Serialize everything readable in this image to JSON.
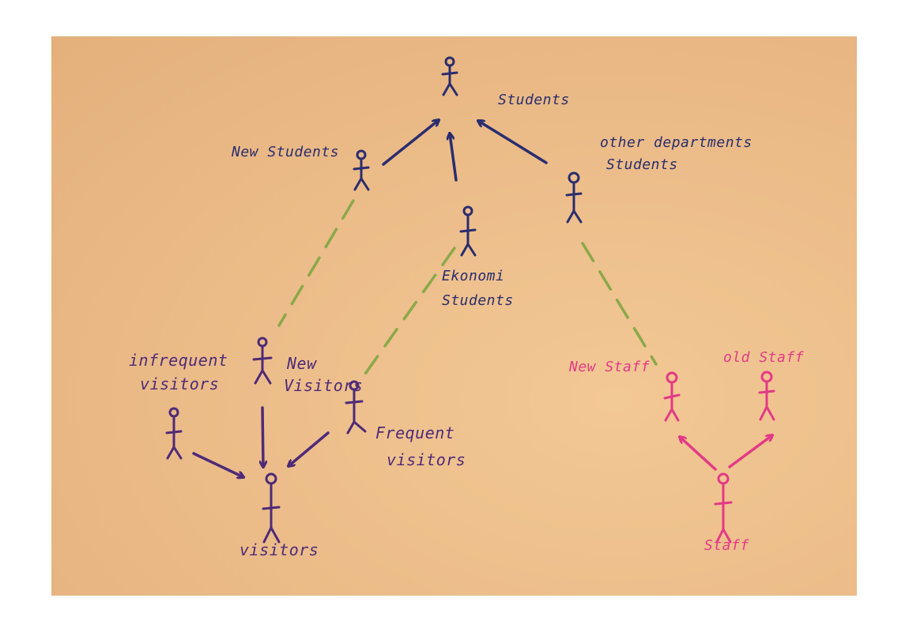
{
  "colors": {
    "paper": "#ecbd8a",
    "students": "#2a2d6e",
    "visitors": "#4e2a78",
    "staff": "#e23a86",
    "association": "#8aa84a"
  },
  "labels": {
    "students": "Students",
    "new_students": "New Students",
    "other_departments_students": [
      "other departments",
      "Students"
    ],
    "ekonomi_students": [
      "Ekonomi",
      "Students"
    ],
    "infrequent_visitors": [
      "infrequent",
      "visitors"
    ],
    "new_visitors": [
      "New",
      "Visitors"
    ],
    "frequent_visitors": [
      "Frequent",
      "visitors"
    ],
    "visitors": "visitors",
    "new_staff": "New Staff",
    "old_staff": "old Staff",
    "staff": "Staff"
  }
}
